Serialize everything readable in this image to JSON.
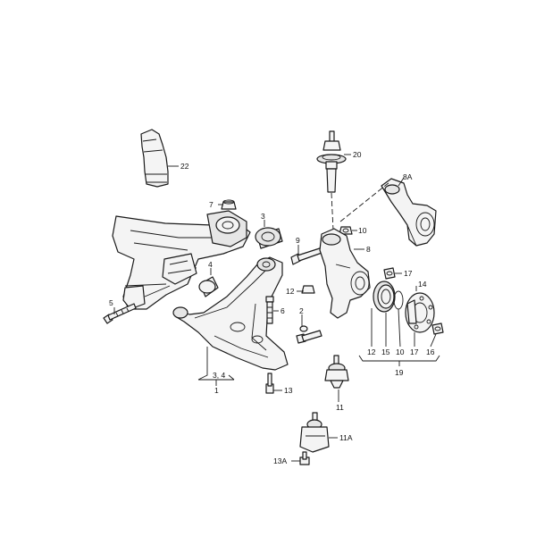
{
  "diagram": {
    "labels": {
      "l22": "22",
      "l20": "20",
      "l8A": "8A",
      "l7": "7",
      "l3": "3",
      "l9": "9",
      "l10": "10",
      "l8": "8",
      "l4": "4",
      "l17": "17",
      "l12a": "12",
      "l14": "14",
      "l5": "5",
      "l6": "6",
      "l2": "2",
      "l12b": "12",
      "l15": "15",
      "l10b": "10",
      "l17b": "17",
      "l16": "16",
      "l19": "19",
      "l34": "3, 4",
      "l1": "1",
      "l13": "13",
      "l11": "11",
      "l11A": "11A",
      "l13A": "13A"
    }
  }
}
